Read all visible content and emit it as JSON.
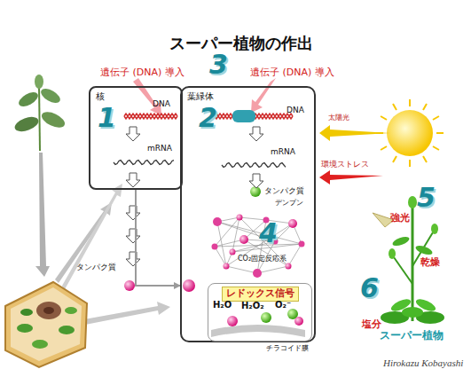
{
  "diagram": {
    "title": "スーパー植物の作出",
    "nodes": [
      {
        "text": [
          "核"
        ]
      },
      {
        "text": [
          "葉緑体"
        ]
      },
      {
        "text": [
          "レドックス信号"
        ],
        "in": 1
      }
    ],
    "edges": [
      {
        "from": 0,
        "to": 1,
        "arrow": "to"
      }
    ],
    "labels": [
      "遺伝子 (DNA) 導入",
      "遺伝子 (DNA) 導入",
      "3",
      "1",
      "DNA",
      "mRNA",
      "タンパク質",
      "2",
      "DNA",
      "mRNA",
      "タンパク質",
      "デンプン",
      "4",
      "CO₂固定反応系",
      "H₂O",
      "H₂O₂",
      "O₂⁻",
      "チラコイド膜",
      "太陽光",
      "環境ストレス",
      "5",
      "強光",
      "乾燥",
      "6",
      "塩分",
      "スーパー植物",
      "Hirokazu Kobayashi"
    ]
  }
}
